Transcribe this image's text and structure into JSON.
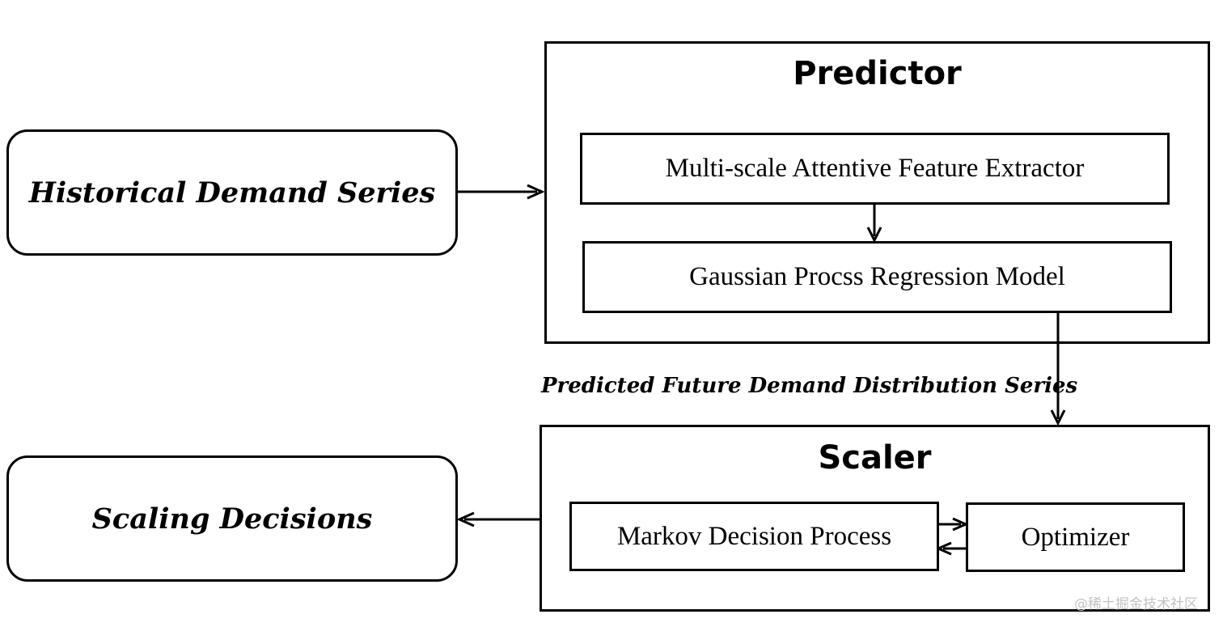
{
  "nodes": {
    "historical_demand_series": "Historical Demand Series",
    "scaling_decisions": "Scaling Decisions",
    "predictor": {
      "title": "Predictor",
      "feature_extractor": "Multi-scale Attentive Feature Extractor",
      "gpr_model": "Gaussian Procss Regression Model"
    },
    "scaler": {
      "title": "Scaler",
      "mdp": "Markov Decision Process",
      "optimizer": "Optimizer"
    }
  },
  "edges": {
    "predicted_distribution_label": "Predicted Future Demand Distribution Series"
  },
  "watermark": "@稀土掘金技术社区"
}
